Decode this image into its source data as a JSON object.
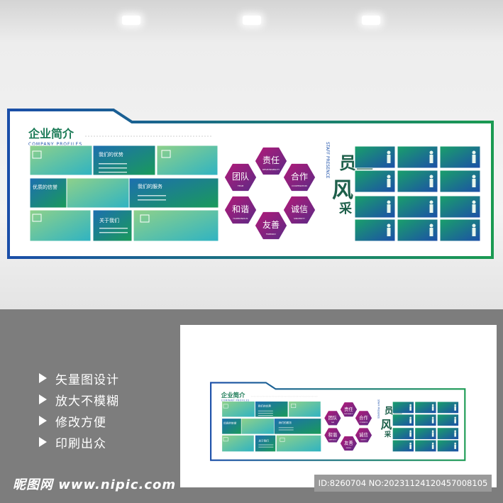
{
  "board": {
    "title": "企业简介",
    "subtitle": "COMPANY PROFILES",
    "sections": {
      "advantage": "我们的优势",
      "quality": "优质的信誉",
      "service": "我们的服务",
      "about": "关于我们"
    },
    "values": [
      {
        "cn": "责任",
        "en": "RESPONSIBILITY"
      },
      {
        "cn": "团队",
        "en": "TEAM"
      },
      {
        "cn": "合作",
        "en": "COOPERATION"
      },
      {
        "cn": "和谐",
        "en": "HARMONIOUS"
      },
      {
        "cn": "诚信",
        "en": "SINCERITY"
      },
      {
        "cn": "友善",
        "en": "FRIENDLY"
      }
    ],
    "staff_title": "员工风采",
    "staff_en": "STAFF PRESENCE"
  },
  "features": [
    "矢量图设计",
    "放大不模糊",
    "修改方便",
    "印刷出众"
  ],
  "footer": {
    "logo": "昵图网 www.nipic.com",
    "id_text": "ID:8260704 NO:20231124120457008105"
  },
  "colors": {
    "blue": "#1a4ea8",
    "green": "#1a9a52",
    "magenta": "#b31a78",
    "purple": "#5b2a86"
  }
}
